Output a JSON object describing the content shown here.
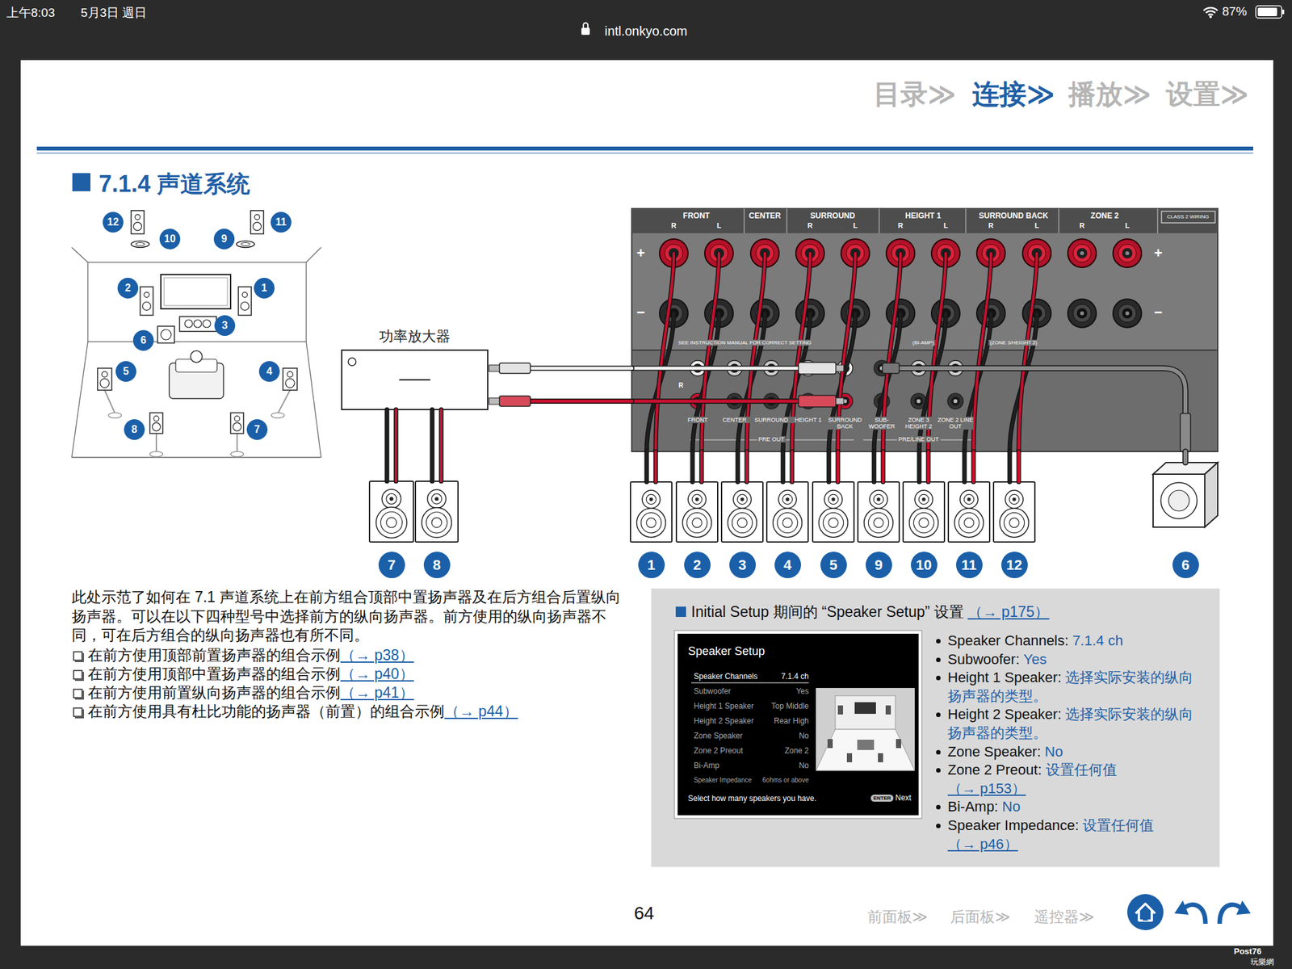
{
  "diagram": {
    "title": "7.1.4 声道系统",
    "nodes": [
      {
        "text": [
          "FRONT",
          "R",
          "L",
          "CENTER",
          "SURROUND",
          "R",
          "L",
          "HEIGHT 1",
          "R",
          "L",
          "SURROUND BACK",
          "R",
          "L",
          "ZONE 2",
          "R",
          "L",
          "CLASS 2 WIRING",
          "+",
          "−",
          "+",
          "−",
          "SEE INSTRUCTION MANUAL FOR CORRECT SETTING",
          "(BI-AMP)",
          "(ZONE 3/HEIGHT 2)",
          "R",
          "FRONT",
          "CENTER",
          "SURROUND",
          "HEIGHT 1",
          "SURROUND BACK",
          "SUB-WOOFER",
          "ZONE 3 HEIGHT 2",
          "ZONE 2 LINE OUT",
          "PRE OUT",
          "PRE/LINE OUT"
        ]
      },
      {
        "text": [
          "功率放大器"
        ]
      },
      {
        "text": [
          "7"
        ]
      },
      {
        "text": [
          "8"
        ]
      },
      {
        "text": [
          "1"
        ]
      },
      {
        "text": [
          "2"
        ]
      },
      {
        "text": [
          "3"
        ]
      },
      {
        "text": [
          "4"
        ]
      },
      {
        "text": [
          "5"
        ]
      },
      {
        "text": [
          "9"
        ]
      },
      {
        "text": [
          "10"
        ]
      },
      {
        "text": [
          "11"
        ]
      },
      {
        "text": [
          "12"
        ]
      },
      {
        "text": [
          "6"
        ]
      },
      {
        "text": [
          "Initial Setup 期间的 “Speaker Setup” 设置",
          "（→ p175）",
          "Speaker Channels:",
          "7.1.4 ch",
          "Subwoofer:",
          "Yes",
          "Height 1 Speaker:",
          "选择实际安装的纵向扬声器的类型。",
          "Height 2 Speaker:",
          "选择实际安装的纵向扬声器的类型。",
          "Zone Speaker:",
          "No",
          "Zone 2 Preout:",
          "设置任何值",
          "（→ p153）",
          "Bi-Amp:",
          "No",
          "Speaker Impedance:",
          "设置任何值",
          "（→ p46）"
        ]
      },
      {
        "text": [
          "Speaker Setup",
          "Speaker Channels",
          "7.1.4 ch",
          "Subwoofer",
          "Yes",
          "Height 1 Speaker",
          "Top Middle",
          "Height 2 Speaker",
          "Rear High",
          "Zone Speaker",
          "No",
          "Zone 2 Preout",
          "Zone 2",
          "Bi-Amp",
          "No",
          "Speaker Impedance",
          "6ohms or above",
          "Select how many speakers you have.",
          "ENTER",
          "Next"
        ],
        "in": 14
      }
    ],
    "edges": [
      {
        "from": 0,
        "to": 1,
        "arrow": "none"
      },
      {
        "from": 0,
        "to": 1,
        "arrow": "none"
      },
      {
        "from": 1,
        "to": 2,
        "arrow": "none"
      },
      {
        "from": 1,
        "to": 3,
        "arrow": "none"
      },
      {
        "from": 0,
        "to": 4,
        "arrow": "none"
      },
      {
        "from": 0,
        "to": 5,
        "arrow": "none"
      },
      {
        "from": 0,
        "to": 6,
        "arrow": "none"
      },
      {
        "from": 0,
        "to": 7,
        "arrow": "none"
      },
      {
        "from": 0,
        "to": 8,
        "arrow": "none"
      },
      {
        "from": 0,
        "to": 9,
        "arrow": "none"
      },
      {
        "from": 0,
        "to": 10,
        "arrow": "none"
      },
      {
        "from": 0,
        "to": 11,
        "arrow": "none"
      },
      {
        "from": 0,
        "to": 12,
        "arrow": "none"
      },
      {
        "from": 0,
        "to": 13,
        "arrow": "none"
      }
    ],
    "labels": [
      "上午8:03",
      "5月3日 週日",
      "intl.onkyo.com",
      "87%",
      "目录≫",
      "连接≫",
      "播放≫",
      "设置≫",
      "12",
      "10",
      "9",
      "11",
      "2",
      "1",
      "3",
      "6",
      "5",
      "4",
      "8",
      "7",
      "此处示范了如何在 7.1 声道系统上在前方组合顶部中置扬声器及在后方组合后置纵向扬声器。可以在以下四种型号中选择前方的纵向扬声器。前方使用的纵向扬声器不同，可在后方组合的纵向扬声器也有所不同。",
      "在前方使用顶部前置扬声器的组合示例",
      "（→ p38）",
      "在前方使用顶部中置扬声器的组合示例",
      "（→ p40）",
      "在前方使用前置纵向扬声器的组合示例",
      "（→ p41）",
      "在前方使用具有杜比功能的扬声器（前置）的组合示例",
      "（→ p44）",
      "64",
      "前面板≫",
      "后面板≫",
      "遥控器≫",
      "Post76",
      "玩樂網"
    ]
  }
}
